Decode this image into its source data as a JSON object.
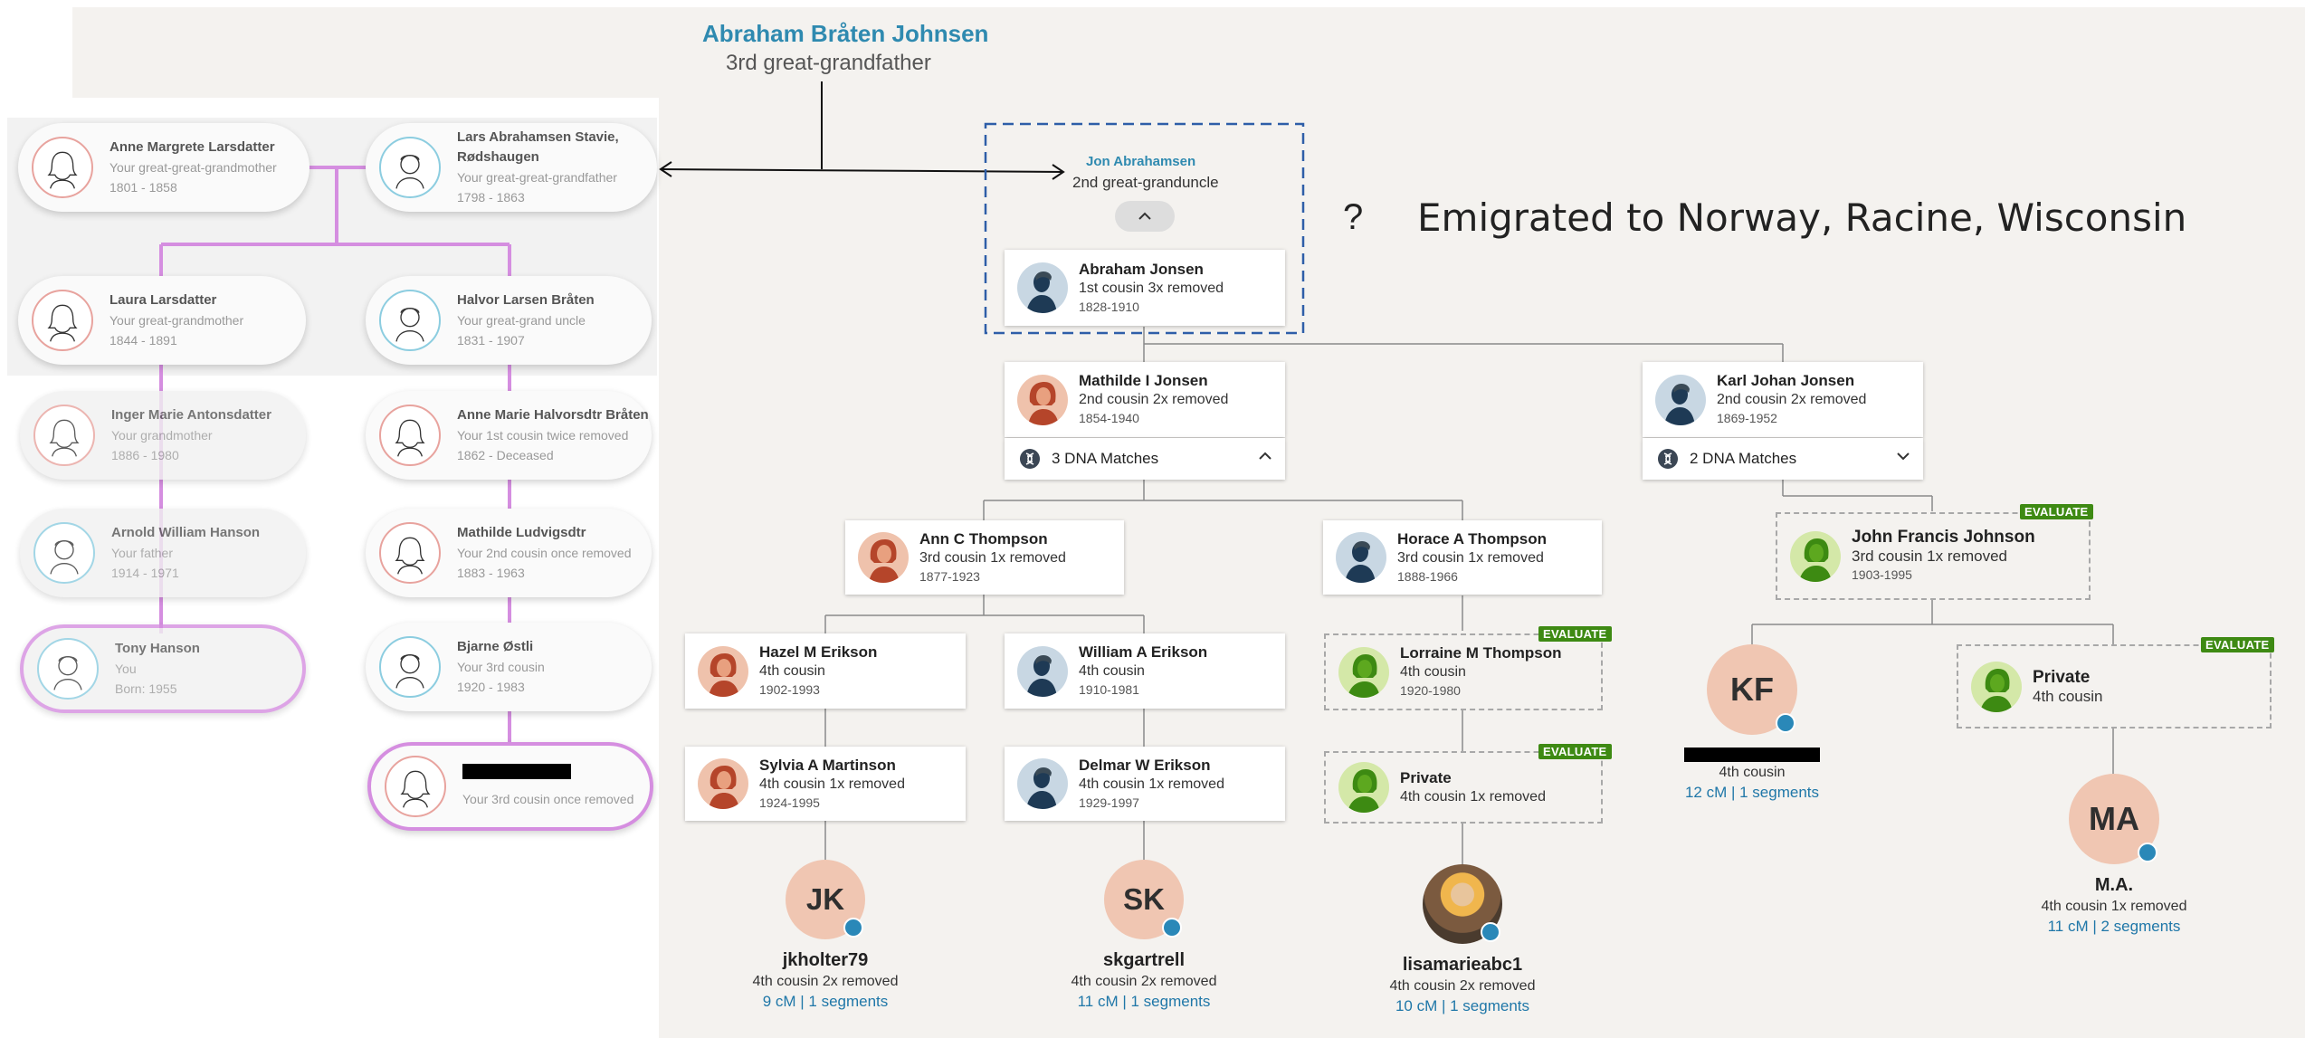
{
  "header": {
    "ancestor_name": "Abraham Bråten Johnsen",
    "ancestor_relation": "3rd great-grandfather",
    "question_mark": "?",
    "emigration_note": "Emigrated to Norway, Racine, Wisconsin"
  },
  "left_panel": {
    "people": [
      {
        "name": "Anne Margrete Larsdatter",
        "relation": "Your great-great-grandmother",
        "years": "1801 - 1858"
      },
      {
        "name": "Lars Abrahamsen Stavie,",
        "name2": "Rødshaugen",
        "relation": "Your great-great-grandfather",
        "years": "1798 - 1863"
      },
      {
        "name": "Laura Larsdatter",
        "relation": "Your great-grandmother",
        "years": "1844 - 1891"
      },
      {
        "name": "Halvor Larsen Bråten",
        "relation": "Your great-grand uncle",
        "years": "1831 - 1907"
      },
      {
        "name": "Inger Marie Antonsdatter",
        "relation": "Your grandmother",
        "years": "1886 - 1980"
      },
      {
        "name": "Anne Marie Halvorsdtr Bråten",
        "relation": "Your 1st cousin twice removed",
        "years": "1862 - Deceased"
      },
      {
        "name": "Arnold William Hanson",
        "relation": "Your father",
        "years": "1914 - 1971"
      },
      {
        "name": "Mathilde Ludvigsdtr",
        "relation": "Your 2nd cousin once removed",
        "years": "1883 - 1963"
      },
      {
        "name": "Tony Hanson",
        "relation": "You",
        "years": "Born: 1955"
      },
      {
        "name": "Bjarne Østli",
        "relation": "Your 3rd cousin",
        "years": "1920 - 1983"
      },
      {
        "name": "",
        "relation": "Your 3rd cousin once removed",
        "years": ""
      }
    ]
  },
  "tree": {
    "jon": {
      "name": "Jon Abrahamsen",
      "relation": "2nd great-granduncle"
    },
    "abraham": {
      "name": "Abraham Jonsen",
      "relation": "1st cousin 3x removed",
      "years": "1828-1910"
    },
    "mathilde": {
      "name": "Mathilde I Jonsen",
      "relation": "2nd cousin 2x removed",
      "years": "1854-1940",
      "dna": "3 DNA Matches"
    },
    "karl": {
      "name": "Karl Johan Jonsen",
      "relation": "2nd cousin 2x removed",
      "years": "1869-1952",
      "dna": "2 DNA Matches"
    },
    "ann": {
      "name": "Ann C Thompson",
      "relation": "3rd cousin 1x removed",
      "years": "1877-1923"
    },
    "horace": {
      "name": "Horace A Thompson",
      "relation": "3rd cousin 1x removed",
      "years": "1888-1966"
    },
    "john": {
      "name": "John Francis Johnson",
      "relation": "3rd cousin 1x removed",
      "years": "1903-1995",
      "badge": "EVALUATE"
    },
    "hazel": {
      "name": "Hazel M Erikson",
      "relation": "4th cousin",
      "years": "1902-1993"
    },
    "william": {
      "name": "William A Erikson",
      "relation": "4th cousin",
      "years": "1910-1981"
    },
    "lorraine": {
      "name": "Lorraine M Thompson",
      "relation": "4th cousin",
      "years": "1920-1980",
      "badge": "EVALUATE"
    },
    "private2": {
      "name": "Private",
      "relation": "4th cousin",
      "badge": "EVALUATE"
    },
    "sylvia": {
      "name": "Sylvia A Martinson",
      "relation": "4th cousin 1x removed",
      "years": "1924-1995"
    },
    "delmar": {
      "name": "Delmar W Erikson",
      "relation": "4th cousin 1x removed",
      "years": "1929-1997"
    },
    "private1": {
      "name": "Private",
      "relation": "4th cousin 1x removed",
      "badge": "EVALUATE"
    }
  },
  "matches": [
    {
      "initials": "JK",
      "name": "jkholter79",
      "relation": "4th cousin 2x removed",
      "cm": "9 cM | 1 segments"
    },
    {
      "initials": "SK",
      "name": "skgartrell",
      "relation": "4th cousin 2x removed",
      "cm": "11 cM | 1 segments"
    },
    {
      "initials": "",
      "name": "lisamarieabc1",
      "relation": "4th cousin 2x removed",
      "cm": "10 cM | 1 segments"
    },
    {
      "initials": "KF",
      "name": "",
      "relation": "4th cousin",
      "cm": "12 cM | 1 segments"
    },
    {
      "initials": "MA",
      "name": "M.A.",
      "relation": "4th cousin 1x removed",
      "cm": "11 cM | 2 segments"
    }
  ],
  "icons": {
    "female": "female-silhouette-icon",
    "male": "male-silhouette-icon",
    "dna": "dna-helix-icon",
    "chevron_up": "chevron-up-icon",
    "chevron_down": "chevron-down-icon"
  },
  "colors": {
    "accent_blue": "#2f8ab0",
    "evaluate_green": "#3e8a13",
    "link_blue": "#1f77a8",
    "pink_line": "#d58ee0",
    "match_circle": "#f0c6b2"
  }
}
